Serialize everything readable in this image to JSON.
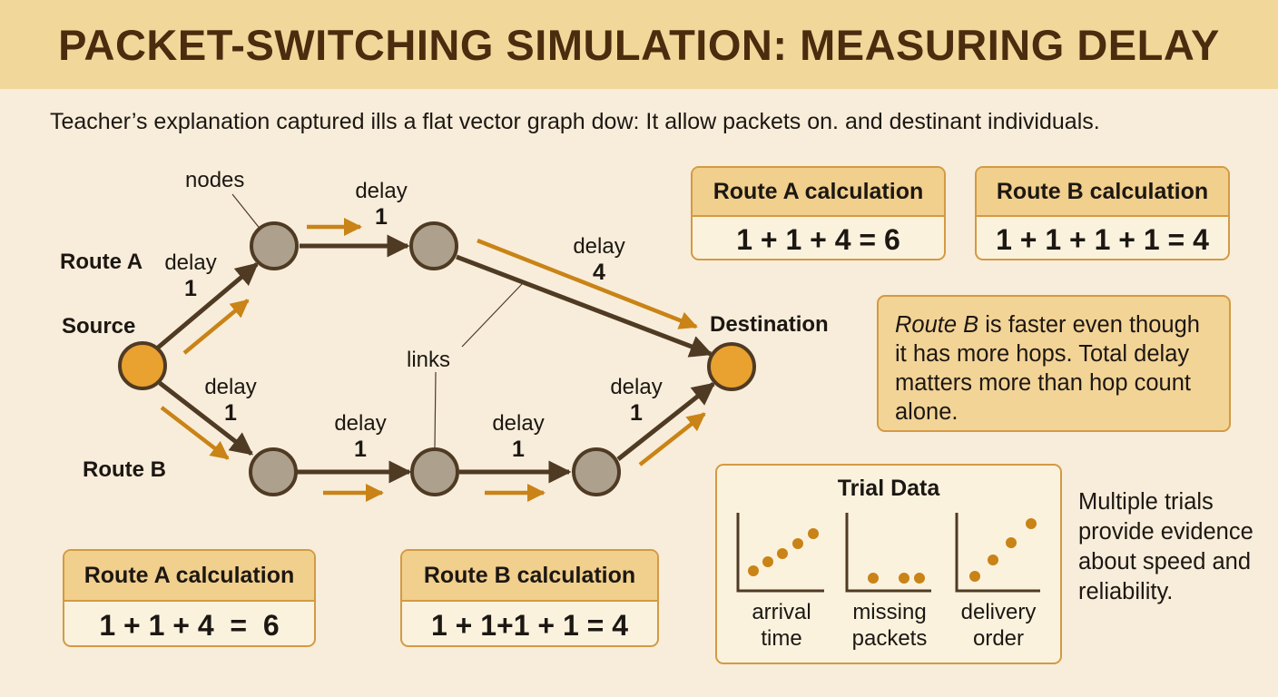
{
  "title": "PACKET-SWITCHING SIMULATION: MEASURING DELAY",
  "subtitle": "Teacher’s explanation captured ills a flat vector graph dow: It allow packets on. and destinant individuals.",
  "diagram": {
    "source_label": "Source",
    "destination_label": "Destination",
    "route_a_label": "Route A",
    "route_b_label": "Route B",
    "nodes_label": "nodes",
    "links_label": "links",
    "delay_word": "delay",
    "route_a_delays": [
      "1",
      "1",
      "4"
    ],
    "route_b_delays": [
      "1",
      "1",
      "1",
      "1"
    ]
  },
  "calc_top_a": {
    "heading": "Route A calculation",
    "expression": "1 + 1 + 4 = 6"
  },
  "calc_top_b": {
    "heading": "Route B calculation",
    "expression": "1 + 1 + 1 + 1 = 4"
  },
  "calc_bottom_a": {
    "heading": "Route A calculation",
    "expression": "1 + 1 + 4  =  6"
  },
  "calc_bottom_b": {
    "heading": "Route B calculation",
    "expression": "1 + 1+1 + 1 = 4"
  },
  "note": {
    "emphasis": "Route B",
    "text": " is faster even though it has more hops. Total delay matters more than hop count alone."
  },
  "trial_data": {
    "title": "Trial Data",
    "panels": [
      {
        "label_line1": "arrival",
        "label_line2": "time"
      },
      {
        "label_line1": "missing",
        "label_line2": "packets"
      },
      {
        "label_line1": "delivery",
        "label_line2": "order"
      }
    ]
  },
  "side_text": "Multiple trials provide evidence about speed and reliability.",
  "colors": {
    "header_bg": "#f2d79b",
    "page_bg": "#f8edda",
    "title_color": "#4a2c0e",
    "accent_orange": "#e9a12f",
    "node_gray": "#ada08d",
    "link_brown": "#4f3a24",
    "arrow_orange": "#c98316",
    "box_border": "#d39a44"
  }
}
